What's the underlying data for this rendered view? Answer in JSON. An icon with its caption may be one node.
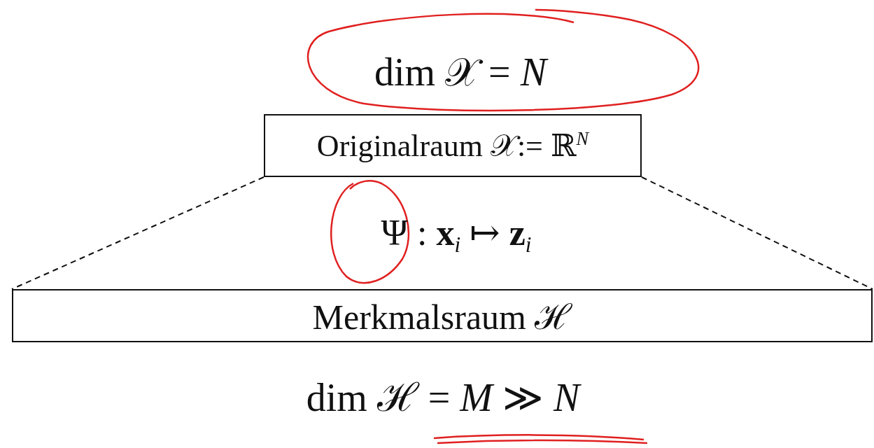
{
  "diagram": {
    "nodes": [
      {
        "text": [
          "Originalraum 𝒳:= ℝ$^{N}$"
        ]
      },
      {
        "text": [
          "Merkmalsraum ℋ"
        ]
      }
    ],
    "edges": [
      {
        "from": 0,
        "to": 1,
        "arrow": "none",
        "style": "dashed"
      },
      {
        "from": 0,
        "to": 1,
        "arrow": "none",
        "style": "dashed"
      }
    ],
    "labels": [
      "dim 𝒳 = *N*",
      "Ψ : **x**$_{i}$ ↦ **z**$_{i}$",
      "dim ℋ = *M* ≫ *N*"
    ]
  }
}
